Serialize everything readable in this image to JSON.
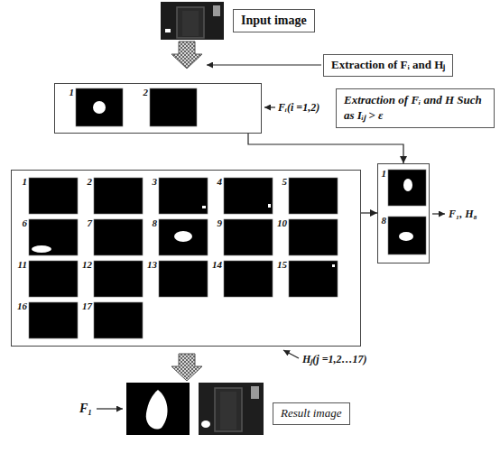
{
  "diagram": {
    "nodes": [
      {
        "text": [
          "Input image"
        ]
      },
      {
        "text": [
          "Extraction of Fᵢ and Hⱼ"
        ]
      },
      {
        "text": [
          "Fᵢ(i =1,2)"
        ]
      },
      {
        "text": [
          "1"
        ],
        "in": 2
      },
      {
        "text": [
          "2"
        ],
        "in": 2
      },
      {
        "text": [
          "Extraction of Fᵢ and H Such as Iᵢⱼ > ε"
        ]
      },
      {
        "text": [
          "Hⱼ(j =1,2…17)"
        ]
      },
      {
        "text": [
          "1"
        ],
        "in": 6
      },
      {
        "text": [
          "2"
        ],
        "in": 6
      },
      {
        "text": [
          "3"
        ],
        "in": 6
      },
      {
        "text": [
          "4"
        ],
        "in": 6
      },
      {
        "text": [
          "5"
        ],
        "in": 6
      },
      {
        "text": [
          "6"
        ],
        "in": 6
      },
      {
        "text": [
          "7"
        ],
        "in": 6
      },
      {
        "text": [
          "8"
        ],
        "in": 6
      },
      {
        "text": [
          "9"
        ],
        "in": 6
      },
      {
        "text": [
          "10"
        ],
        "in": 6
      },
      {
        "text": [
          "11"
        ],
        "in": 6
      },
      {
        "text": [
          "12"
        ],
        "in": 6
      },
      {
        "text": [
          "13"
        ],
        "in": 6
      },
      {
        "text": [
          "14"
        ],
        "in": 6
      },
      {
        "text": [
          "15"
        ],
        "in": 6
      },
      {
        "text": [
          "16"
        ],
        "in": 6
      },
      {
        "text": [
          "17"
        ],
        "in": 6
      },
      {
        "text": [
          "F₁, H₈"
        ]
      },
      {
        "text": [
          "1"
        ],
        "in": 24
      },
      {
        "text": [
          "8"
        ],
        "in": 24
      },
      {
        "text": [
          "Result image"
        ]
      }
    ],
    "edges": [
      {
        "from": 2,
        "to": 24,
        "arrow": "to"
      },
      {
        "from": 6,
        "to": 24,
        "arrow": "to"
      }
    ],
    "labels": [
      "F₁"
    ]
  }
}
